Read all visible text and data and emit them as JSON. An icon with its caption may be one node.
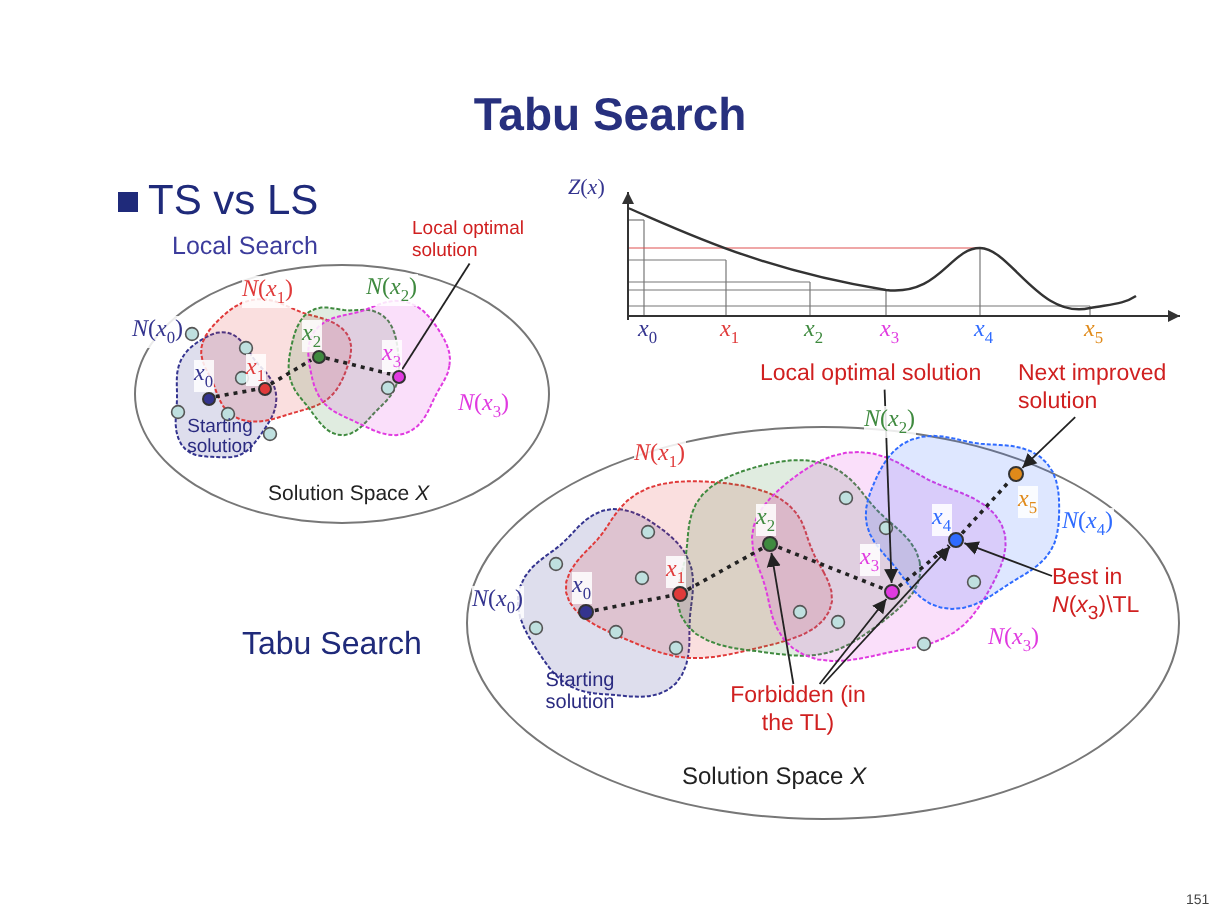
{
  "diagram": {
    "title": "Tabu Search",
    "nodes": [
      {
        "text": [
          "Solution Space *X*"
        ]
      },
      {
        "text": [],
        "shape": "circle",
        "in": 0,
        "beside": [
          "*x*$_{0}$",
          "Starting solution"
        ]
      },
      {
        "text": [],
        "shape": "circle",
        "in": 0,
        "beside": [
          "*x*$_{1}$"
        ]
      },
      {
        "text": [],
        "shape": "circle",
        "in": 0,
        "beside": [
          "*x*$_{2}$"
        ]
      },
      {
        "text": [],
        "shape": "circle",
        "in": 0,
        "beside": [
          "*x*$_{3}$"
        ]
      },
      {
        "text": [
          "Local optimal solution"
        ]
      },
      {
        "text": [
          "Solution Space *X*"
        ]
      },
      {
        "text": [],
        "shape": "circle",
        "in": 6,
        "beside": [
          "*x*$_{0}$",
          "Starting solution"
        ]
      },
      {
        "text": [],
        "shape": "circle",
        "in": 6,
        "beside": [
          "*x*$_{1}$"
        ]
      },
      {
        "text": [],
        "shape": "circle",
        "in": 6,
        "beside": [
          "*x*$_{2}$"
        ]
      },
      {
        "text": [],
        "shape": "circle",
        "in": 6,
        "beside": [
          "*x*$_{3}$"
        ]
      },
      {
        "text": [],
        "shape": "circle",
        "in": 6,
        "beside": [
          "*x*$_{4}$"
        ]
      },
      {
        "text": [],
        "shape": "circle",
        "in": 6,
        "beside": [
          "*x*$_{5}$"
        ]
      },
      {
        "text": [
          "Local optimal solution"
        ]
      },
      {
        "text": [
          "Next improved solution"
        ]
      },
      {
        "text": [
          "Best in *N*(*x*$_{3}$)\\TL"
        ],
        "in": 6
      },
      {
        "text": [
          "Forbidden (in the TL)"
        ],
        "in": 6
      }
    ],
    "edges": [
      {
        "from": 1,
        "to": 2,
        "arrow": "none",
        "style": "dashed"
      },
      {
        "from": 2,
        "to": 3,
        "arrow": "none",
        "style": "dashed"
      },
      {
        "from": 3,
        "to": 4,
        "arrow": "none",
        "style": "dashed"
      },
      {
        "from": 5,
        "to": 4,
        "arrow": "none"
      },
      {
        "from": 7,
        "to": 8,
        "arrow": "none",
        "style": "dashed"
      },
      {
        "from": 8,
        "to": 9,
        "arrow": "none",
        "style": "dashed"
      },
      {
        "from": 9,
        "to": 10,
        "arrow": "none",
        "style": "dashed"
      },
      {
        "from": 10,
        "to": 11,
        "arrow": "none",
        "style": "dashed"
      },
      {
        "from": 11,
        "to": 12,
        "arrow": "none",
        "style": "dashed"
      },
      {
        "from": 13,
        "to": 10,
        "arrow": "to"
      },
      {
        "from": 14,
        "to": 12,
        "arrow": "to"
      },
      {
        "from": 15,
        "to": 11,
        "arrow": "to"
      },
      {
        "from": 16,
        "to": 9,
        "arrow": "to"
      },
      {
        "from": 16,
        "to": 10,
        "arrow": "to"
      },
      {
        "from": 16,
        "to": 11,
        "arrow": "to"
      }
    ],
    "labels": [
      "TS vs LS",
      "Local Search",
      "*Z*(*x*)",
      "*x*$_{0}$",
      "*x*$_{1}$",
      "*x*$_{2}$",
      "*x*$_{3}$",
      "*x*$_{4}$",
      "*x*$_{5}$",
      "*N*(*x*$_{1}$)",
      "*N*(*x*$_{2}$)",
      "*N*(*x*$_{0}$)",
      "*N*(*x*$_{3}$)",
      "*N*(*x*$_{2}$)",
      "*N*(*x*$_{1}$)",
      "*N*(*x*$_{4}$)",
      "*N*(*x*$_{0}$)",
      "Tabu Search",
      "*N*(*x*$_{3}$)",
      "151"
    ]
  }
}
